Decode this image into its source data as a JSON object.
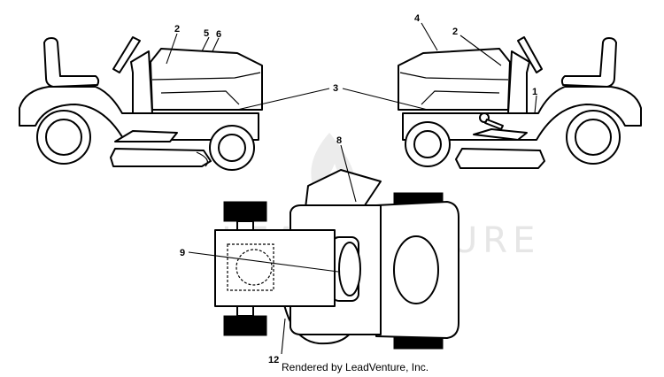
{
  "callouts": {
    "c1": "1",
    "c2_left": "2",
    "c2_right": "2",
    "c3": "3",
    "c4": "4",
    "c5": "5",
    "c6": "6",
    "c8": "8",
    "c9": "9",
    "c12": "12"
  },
  "watermark": "LEADVENTURE",
  "credit": "Rendered by LeadVenture, Inc.",
  "colors": {
    "line": "#000000",
    "watermark": "#e6e6e6",
    "background": "#ffffff"
  }
}
